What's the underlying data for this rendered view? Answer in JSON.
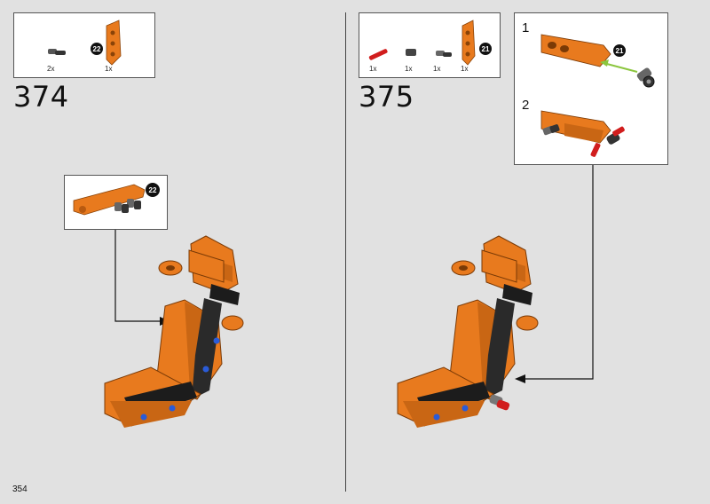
{
  "page_number": "354",
  "steps": [
    {
      "number": "374",
      "parts": [
        {
          "qty": "2x",
          "color": "#4a4a4a"
        },
        {
          "qty": "1x",
          "color": "#e87a1e",
          "badge": "22"
        }
      ],
      "callout_badge": "22"
    },
    {
      "number": "375",
      "parts": [
        {
          "qty": "1x",
          "color": "#d11d1d"
        },
        {
          "qty": "1x",
          "color": "#4a4a4a"
        },
        {
          "qty": "1x",
          "color": "#4a4a4a"
        },
        {
          "qty": "1x",
          "color": "#e87a1e",
          "badge": "21"
        }
      ],
      "substeps": [
        {
          "label": "1",
          "badge": "21"
        },
        {
          "label": "2"
        }
      ]
    }
  ],
  "colors": {
    "orange": "#e87a1e",
    "dark_orange": "#b85a10",
    "black": "#1c1c1c",
    "red": "#d11d1d",
    "blue": "#2a5bd7",
    "green": "#8cc63f"
  }
}
